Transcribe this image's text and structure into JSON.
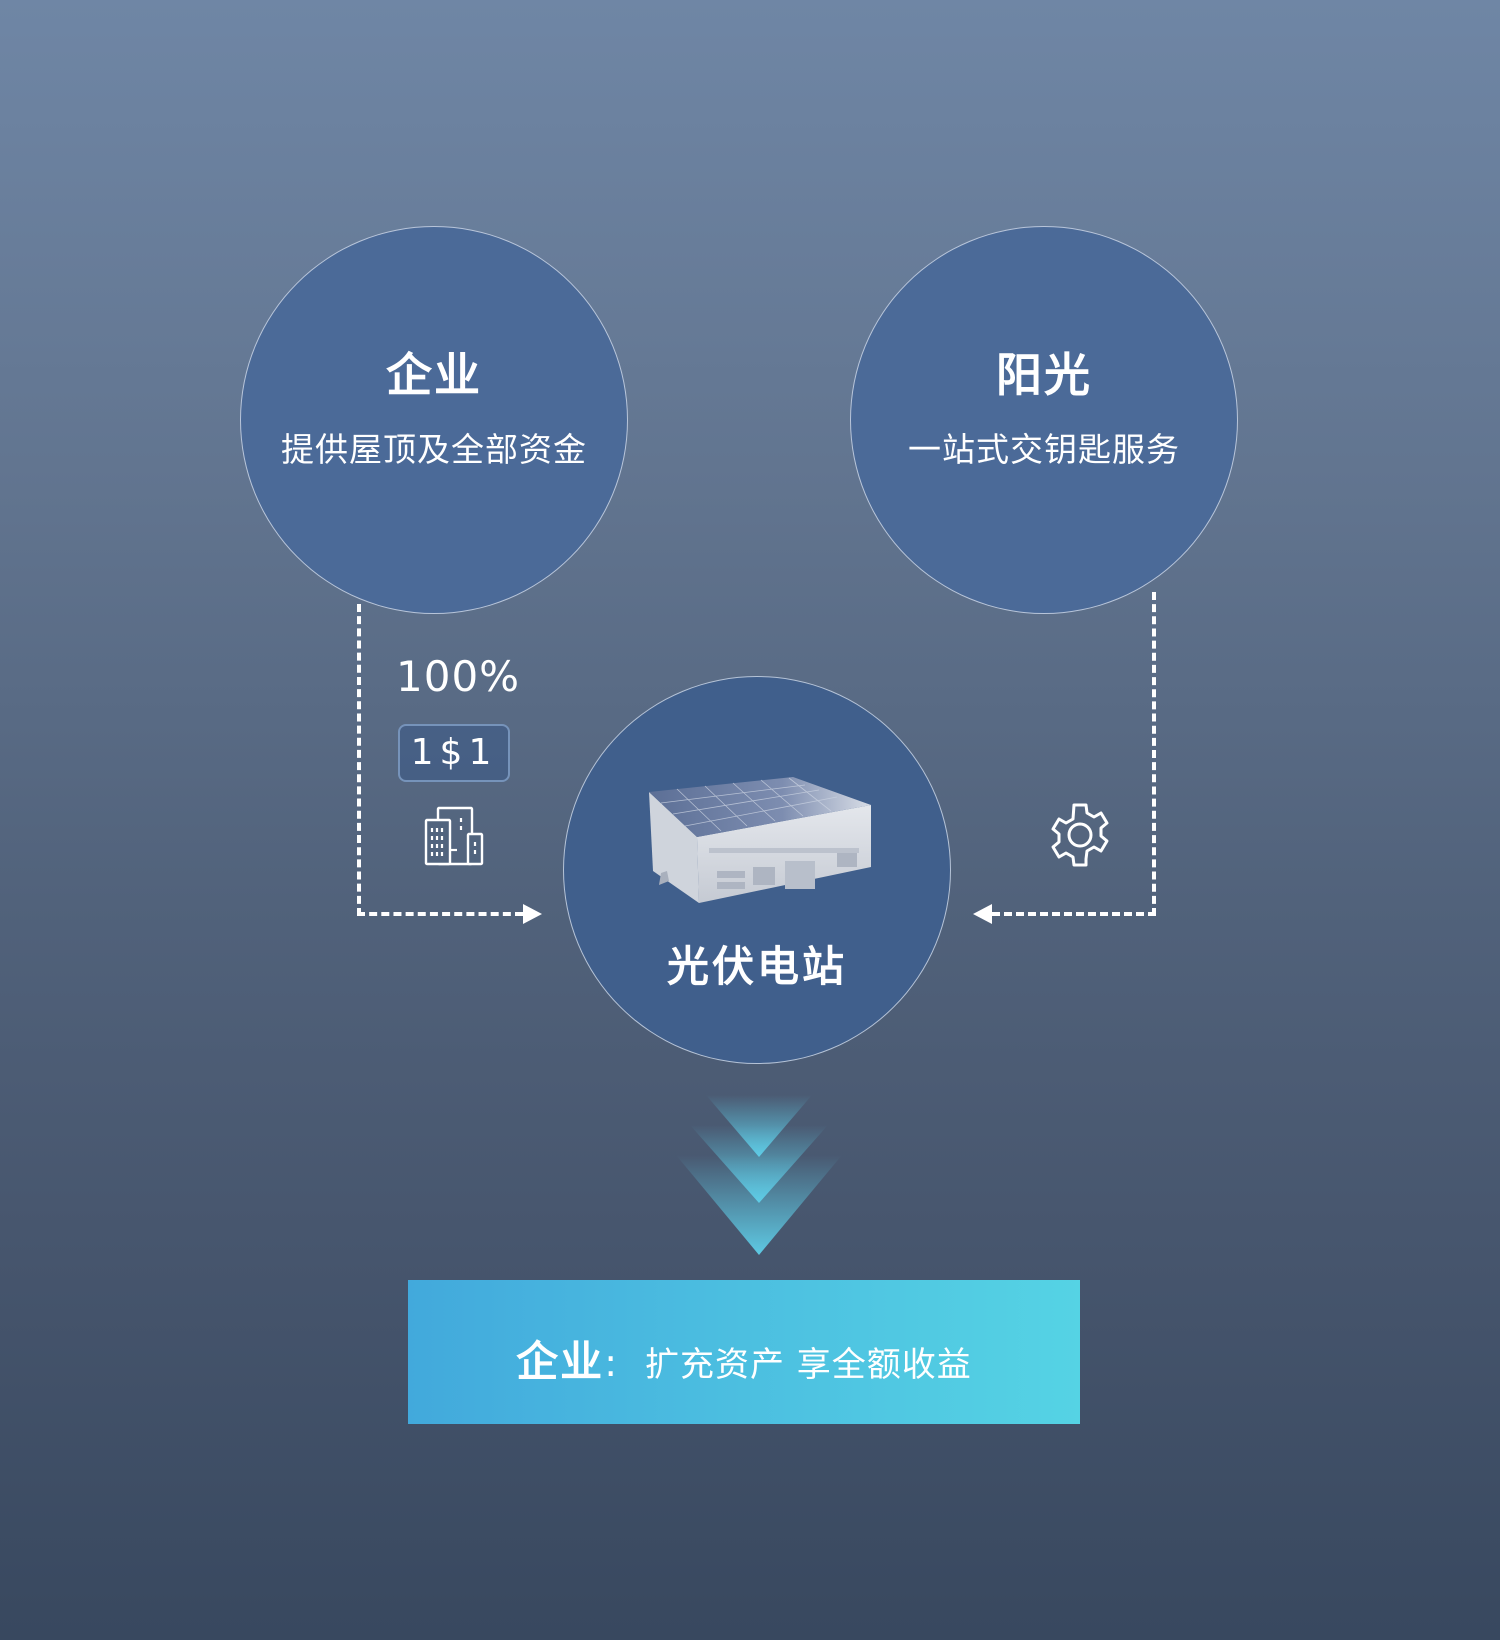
{
  "nodes": {
    "enterprise": {
      "title": "企业",
      "subtitle": "提供屋顶及全部资金"
    },
    "sungrow": {
      "title": "阳光",
      "subtitle": "一站式交钥匙服务"
    },
    "station": {
      "title": "光伏电站",
      "image": "rooftop-solar-building"
    }
  },
  "left_flow": {
    "percent": "100%",
    "ratio": "1$1",
    "icon": "buildings-icon"
  },
  "right_flow": {
    "icon": "gear-icon"
  },
  "result": {
    "label": "企业",
    "colon": ":",
    "value": "扩充资产 享全额收益"
  },
  "colors": {
    "background_top": "#6f86a5",
    "background_bottom": "#38485f",
    "circle_fill": "#4b6a98",
    "center_circle_fill": "#405f8c",
    "banner_start": "#42a9dc",
    "banner_end": "#55d3e4",
    "chevron": "#5fd0ea"
  }
}
